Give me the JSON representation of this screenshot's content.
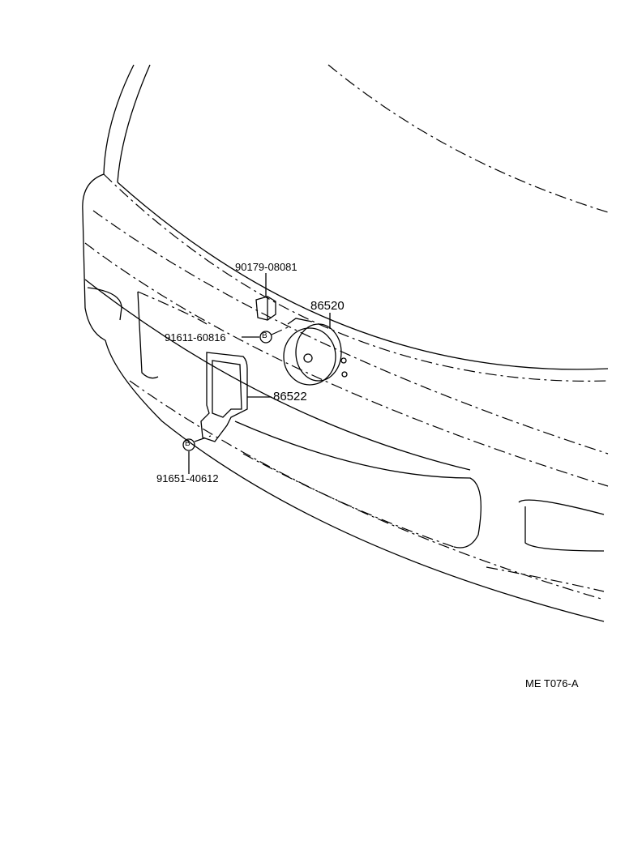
{
  "parts": [
    {
      "id": "clip",
      "number": "90179-08081"
    },
    {
      "id": "horn",
      "number": "86520"
    },
    {
      "id": "bolt-upper",
      "number": "91611-60816",
      "marker": "B"
    },
    {
      "id": "bracket",
      "number": "86522"
    },
    {
      "id": "bolt-lower",
      "number": "91651-40612",
      "marker": "B"
    }
  ],
  "diagram_code": "ME T076-A"
}
